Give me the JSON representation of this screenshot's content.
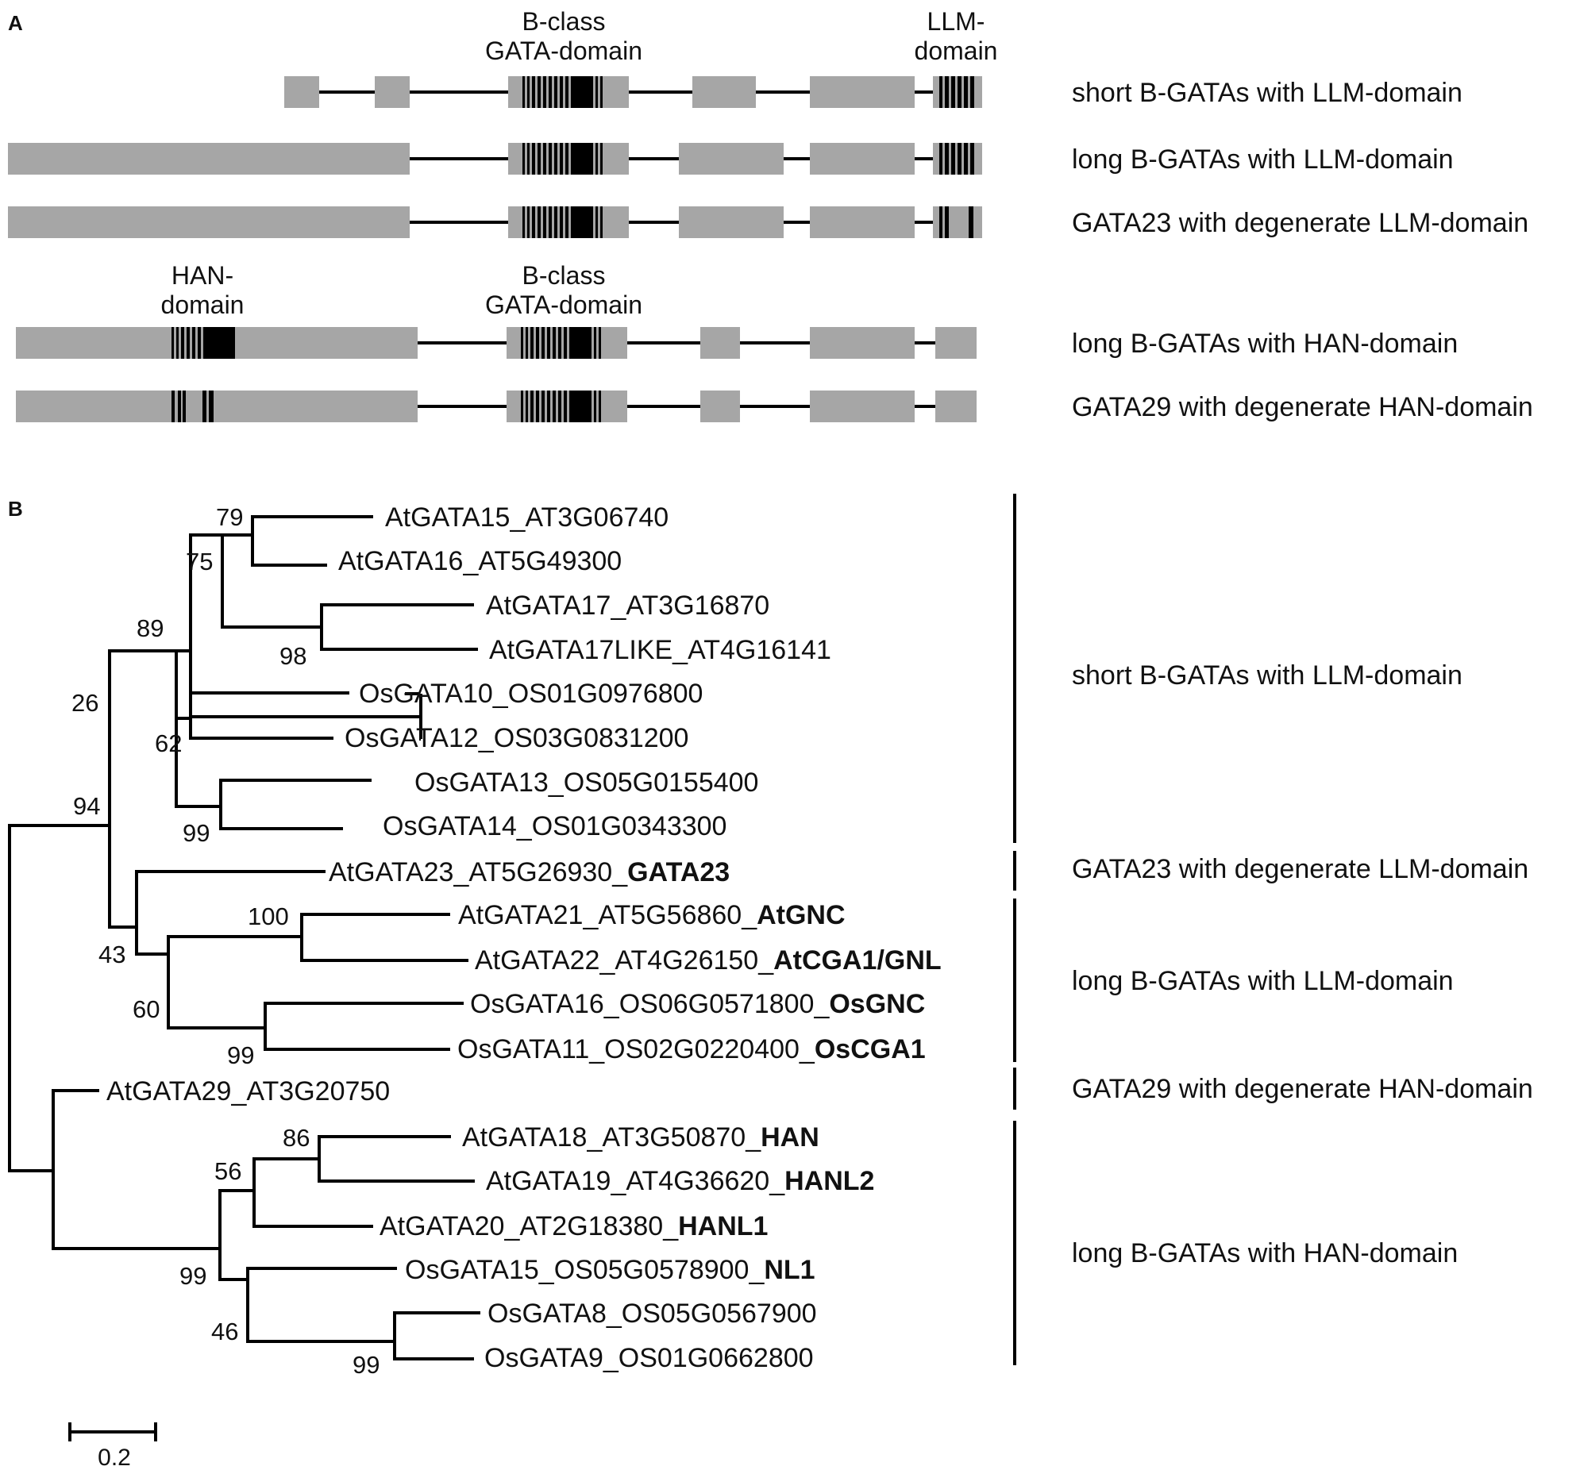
{
  "panel_a": {
    "letter": "A",
    "domain_labels": {
      "bclass_top_1": "B-class",
      "bclass_top_2": "GATA-domain",
      "llm_1": "LLM-",
      "llm_2": "domain",
      "han_1": "HAN-",
      "han_2": "domain",
      "bclass_bottom_1": "B-class",
      "bclass_bottom_2": "GATA-domain"
    },
    "rows": [
      {
        "label": "short B-GATAs with LLM-domain"
      },
      {
        "label": "long B-GATAs with LLM-domain"
      },
      {
        "label": "GATA23 with degenerate LLM-domain"
      },
      {
        "label": "long B-GATAs with HAN-domain"
      },
      {
        "label": "GATA29 with degenerate HAN-domain"
      }
    ],
    "colors": {
      "exon": "#a6a6a6",
      "domain_bar": "#000000",
      "intron": "#000000"
    }
  },
  "panel_b": {
    "letter": "B",
    "scale_label": "0.2",
    "leaves": [
      {
        "id": "gata15",
        "name": "AtGATA15_AT3G06740",
        "bold": ""
      },
      {
        "id": "gata16",
        "name": "AtGATA16_AT5G49300",
        "bold": ""
      },
      {
        "id": "gata17",
        "name": "AtGATA17_AT3G16870",
        "bold": ""
      },
      {
        "id": "gata17l",
        "name": "AtGATA17LIKE_AT4G16141",
        "bold": ""
      },
      {
        "id": "os10",
        "name": "OsGATA10_OS01G0976800",
        "bold": ""
      },
      {
        "id": "os12",
        "name": "OsGATA12_OS03G0831200",
        "bold": ""
      },
      {
        "id": "os13",
        "name": "OsGATA13_OS05G0155400",
        "bold": ""
      },
      {
        "id": "os14",
        "name": "OsGATA14_OS01G0343300",
        "bold": ""
      },
      {
        "id": "gata23",
        "name": "AtGATA23_AT5G26930_",
        "bold": "GATA23"
      },
      {
        "id": "gata21",
        "name": "AtGATA21_AT5G56860_",
        "bold": "AtGNC"
      },
      {
        "id": "gata22",
        "name": "AtGATA22_AT4G26150_",
        "bold": "AtCGA1/GNL"
      },
      {
        "id": "os16",
        "name": "OsGATA16_OS06G0571800_",
        "bold": "OsGNC"
      },
      {
        "id": "os11",
        "name": "OsGATA11_OS02G0220400_",
        "bold": "OsCGA1"
      },
      {
        "id": "gata29",
        "name": "AtGATA29_AT3G20750",
        "bold": ""
      },
      {
        "id": "gata18",
        "name": "AtGATA18_AT3G50870_",
        "bold": "HAN"
      },
      {
        "id": "gata19",
        "name": "AtGATA19_AT4G36620_",
        "bold": "HANL2"
      },
      {
        "id": "gata20",
        "name": "AtGATA20_AT2G18380_",
        "bold": "HANL1"
      },
      {
        "id": "os15",
        "name": "OsGATA15_OS05G0578900_",
        "bold": "NL1"
      },
      {
        "id": "os8",
        "name": "OsGATA8_OS05G0567900",
        "bold": ""
      },
      {
        "id": "os9",
        "name": "OsGATA9_OS01G0662800",
        "bold": ""
      }
    ],
    "bootstrap": {
      "b79": "79",
      "b75": "75",
      "b89": "89",
      "b98": "98",
      "b26": "26",
      "b62": "62",
      "b94": "94",
      "b99a": "99",
      "b100": "100",
      "b43": "43",
      "b60": "60",
      "b99b": "99",
      "b86": "86",
      "b56": "56",
      "b99c": "99",
      "b46": "46",
      "b99d": "99"
    },
    "groups": [
      {
        "label": "short B-GATAs with LLM-domain"
      },
      {
        "label": "GATA23 with degenerate LLM-domain"
      },
      {
        "label": "long B-GATAs with LLM-domain"
      },
      {
        "label": "GATA29 with degenerate HAN-domain"
      },
      {
        "label": "long B-GATAs with HAN-domain"
      }
    ]
  }
}
